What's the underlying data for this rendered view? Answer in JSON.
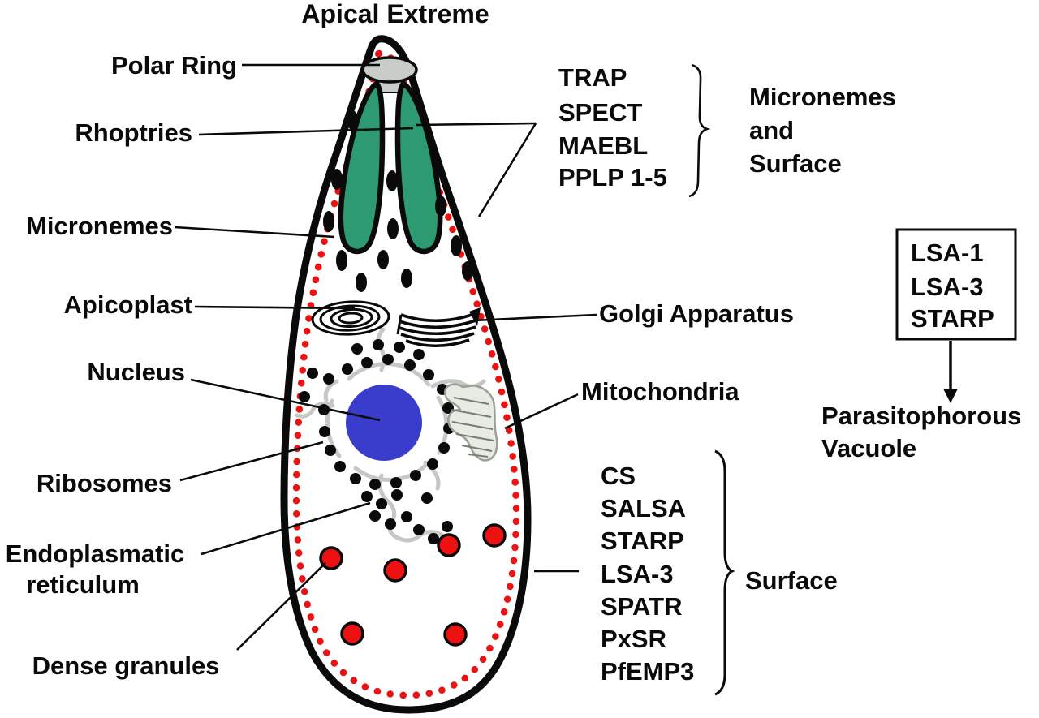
{
  "title": "Apical Extreme",
  "labels": {
    "polar_ring": "Polar Ring",
    "rhoptries": "Rhoptries",
    "micronemes": "Micronemes",
    "apicoplast": "Apicoplast",
    "golgi": "Golgi Apparatus",
    "nucleus": "Nucleus",
    "mitochondria": "Mitochondria",
    "ribosomes": "Ribosomes",
    "er_line1": "Endoplasmatic",
    "er_line2": "reticulum",
    "dense_granules": "Dense granules"
  },
  "microneme_proteins": {
    "items": [
      "TRAP",
      "SPECT",
      "MAEBL",
      "PPLP 1-5"
    ],
    "label_lines": [
      "Micronemes",
      "and",
      "Surface"
    ]
  },
  "surface_proteins": {
    "items": [
      "CS",
      "SALSA",
      "STARP",
      "LSA-3",
      "SPATR",
      "PxSR",
      "PfEMP3"
    ],
    "label": "Surface"
  },
  "vacuole_proteins": {
    "items": [
      "LSA-1",
      "LSA-3",
      "STARP"
    ],
    "label_lines": [
      "Parasitophorous",
      "Vacuole"
    ]
  },
  "colors": {
    "rhoptry_green": "#2d9a72",
    "nucleus_blue": "#3a3ccc",
    "granule_red": "#ee1111",
    "membrane_red": "#ee1111",
    "polar_ring_gray": "#c9cdc9",
    "outline_black": "#0a0a0a"
  }
}
